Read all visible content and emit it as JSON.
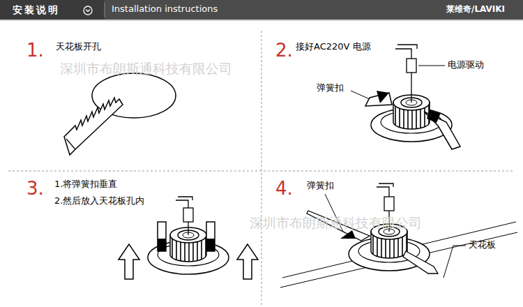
{
  "diagram": {
    "title": "安装说明",
    "labels": [
      "Installation instructions",
      "莱维奇/LAVIKI",
      "1.",
      "天花板开孔",
      "2.",
      "接好AC220V 电源",
      "电源驱动",
      "弹簧扣",
      "3.",
      "1.将弹簧扣垂直",
      "2.然后放入天花板孔内",
      "4.",
      "弹簧扣",
      "天花板",
      "深圳市布朗斯通科技有限公司",
      "深圳市布朗斯通科技有限公司"
    ]
  }
}
